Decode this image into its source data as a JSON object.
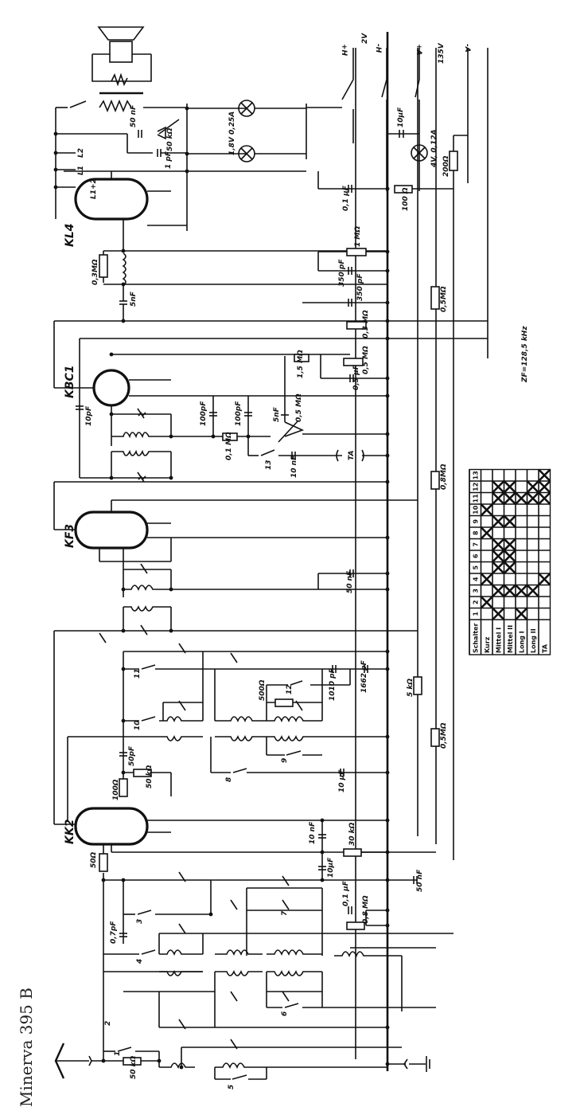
{
  "title": "Minerva 395 B",
  "if_frequency": "ZF=128,5 kHz",
  "tubes": [
    {
      "id": "kl4",
      "label": "KL4"
    },
    {
      "id": "kbc1",
      "label": "KBC1"
    },
    {
      "id": "kf3",
      "label": "KF3"
    },
    {
      "id": "kk2",
      "label": "KK2"
    }
  ],
  "power": {
    "terminals": [
      "+H",
      "-H",
      "+A",
      "-A"
    ],
    "heater_voltage": "2V",
    "anode_voltage": "135V",
    "pilot_lamps": "1,8V 0,25A",
    "lamp_2": "4V, 0,12A",
    "cap_10uF": "10µF",
    "res_200": "200Ω"
  },
  "output_stage": {
    "speaker_cap": "50 nF",
    "tone_pot": "50 kΩ",
    "cap_1pF": "1 pF",
    "jack_L2": "L2",
    "jack_L1": "L1",
    "jack_L12": "L1+2",
    "choke_res": "0,3MΩ",
    "coupling_cap": "5nF",
    "cap_01uF": "0,1 µF",
    "res_100": "100 Ω",
    "res_1M": "1 MΩ",
    "cap_350a": "350 pF",
    "cap_350b": "350 pF",
    "res_05M_bias": "0,5MΩ",
    "res_03M": "0,3 MΩ"
  },
  "detector_stage": {
    "res_15M": "1,5 MΩ",
    "cap_05uF": "0,5 µF",
    "res_05M": "0,5 MΩ",
    "cap_10pF": "10pF",
    "cap_100pF_a": "100pF",
    "cap_100pF_b": "100pF",
    "res_01M": "0,1 MΩ",
    "cap_5nF": "5nF",
    "pot_05M": "0,5 MΩ",
    "switch_13": "13",
    "cap_10nF": "10 nF",
    "ta_jack": "TA",
    "res_08M": "0,8MΩ"
  },
  "if_stage": {
    "cap_50nF": "50 nF",
    "res_5k": "5 kΩ",
    "res_05M_agc": "0,5MΩ"
  },
  "mixer_stage": {
    "cap_50pF": "50pF",
    "res_100": "100Ω",
    "res_50k": "50 kΩ",
    "res_500": "500Ω",
    "cap_1010": "1010 pF",
    "cap_1662": "1662 pF",
    "cap_10uF": "10 µF",
    "cap_10nF": "10 nF",
    "res_30k": "30 kΩ",
    "cap_10uF_b": "10µF",
    "res_50": "50Ω",
    "cap_07pF": "0,7pF",
    "cap_50nF": "50 nF",
    "cap_01uF": "0,1 µF",
    "res_08M": "0,8 MΩ",
    "res_50k_ant": "50 kΩ",
    "switches": [
      "1",
      "2",
      "3",
      "4",
      "5",
      "6",
      "7",
      "8",
      "9",
      "10",
      "11",
      "12"
    ]
  },
  "switch_table": {
    "header": "Schalter",
    "rows": [
      "Kurz",
      "Mittel I",
      "Mittel II",
      "Long I",
      "Long II",
      "TA"
    ],
    "columns": [
      "1",
      "2",
      "3",
      "4",
      "5",
      "6",
      "7",
      "8",
      "9",
      "10",
      "11",
      "12",
      "13"
    ],
    "marks": {
      "Kurz": [
        0,
        1,
        0,
        1,
        0,
        0,
        0,
        1,
        0,
        1,
        0,
        0,
        0
      ],
      "Mittel I": [
        1,
        0,
        1,
        0,
        1,
        1,
        1,
        0,
        1,
        0,
        1,
        1,
        0
      ],
      "Mittel II": [
        0,
        0,
        1,
        0,
        1,
        1,
        1,
        0,
        1,
        0,
        1,
        1,
        0
      ],
      "Long I": [
        1,
        0,
        1,
        0,
        0,
        0,
        0,
        0,
        0,
        0,
        1,
        0,
        0
      ],
      "Long II": [
        0,
        0,
        1,
        0,
        0,
        0,
        0,
        0,
        0,
        0,
        1,
        1,
        0
      ],
      "TA": [
        0,
        0,
        0,
        1,
        0,
        0,
        0,
        0,
        0,
        0,
        1,
        1,
        1
      ]
    }
  }
}
